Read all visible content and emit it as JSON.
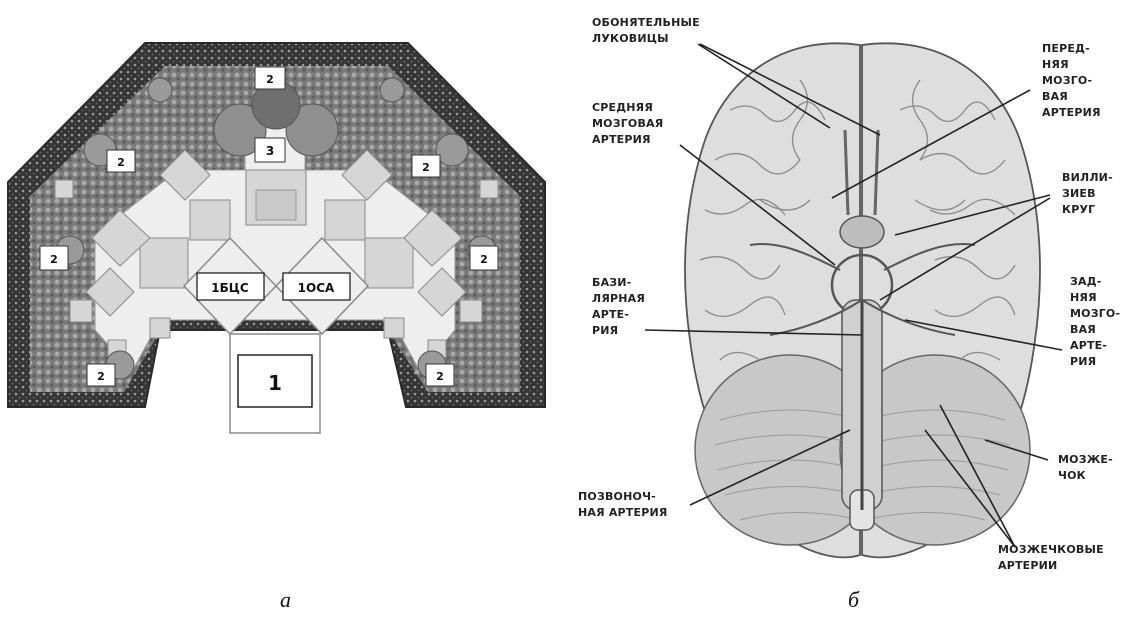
{
  "figure_a": {
    "caption": "а",
    "labels": {
      "root": "1",
      "left_branch": "1БЦС",
      "right_branch": "1ОСА",
      "second_level": "2",
      "third_level": "3"
    }
  },
  "figure_b": {
    "caption": "б",
    "labels": {
      "olfactory": [
        "ОБОНЯТЕЛЬНЫЕ",
        "ЛУКОВИЦЫ"
      ],
      "middle_cerebral": [
        "СРЕДНЯЯ",
        "МОЗГОВАЯ",
        "АРТЕРИЯ"
      ],
      "basilar": [
        "БАЗИ-",
        "ЛЯРНАЯ",
        "АРТЕ-",
        "РИЯ"
      ],
      "vertebral": [
        "ПОЗВОНОЧ-",
        "НАЯ АРТЕРИЯ"
      ],
      "anterior_cerebral": [
        "ПЕРЕД-",
        "НЯЯ",
        "МОЗГО-",
        "ВАЯ",
        "АРТЕРИЯ"
      ],
      "willis_circle": [
        "ВИЛЛИ-",
        "ЗИЕВ",
        "КРУГ"
      ],
      "posterior_cerebral": [
        "ЗАД-",
        "НЯЯ",
        "МОЗГО-",
        "ВАЯ",
        "АРТЕ-",
        "РИЯ"
      ],
      "cerebellum": [
        "МОЗЖЕ-",
        "ЧОК"
      ],
      "cerebellar_arteries": [
        "МОЗЖЕЧКОВЫЕ",
        "АРТЕРИИ"
      ]
    }
  },
  "colors": {
    "outer_dark": "#3c3c3c",
    "mid_gray": "#8f8f8f",
    "light_gray": "#d6d6d6",
    "pale": "#eeeeee",
    "brain_fill": "#dedede",
    "brain_stroke": "#555555"
  }
}
